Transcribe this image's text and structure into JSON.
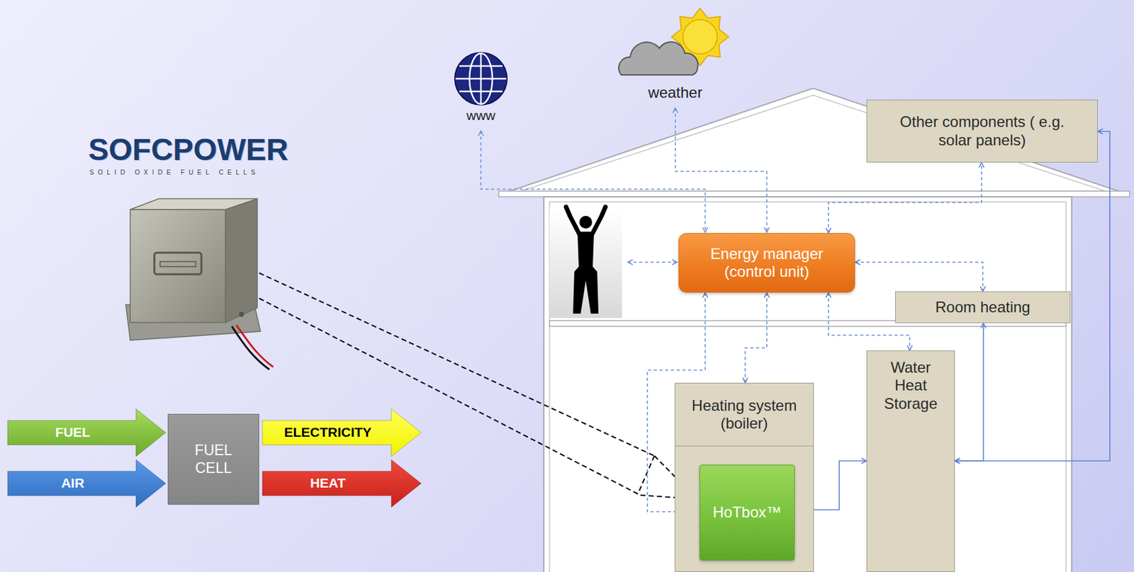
{
  "diagram": {
    "nodes": [
      {
        "text": [
          "FUEL"
        ]
      },
      {
        "text": [
          "AIR"
        ]
      },
      {
        "text": [
          "FUEL CELL"
        ]
      },
      {
        "text": [
          "ELECTRICITY"
        ]
      },
      {
        "text": [
          "HEAT"
        ]
      },
      {
        "text": [
          "Other components ( e.g. solar panels)"
        ]
      },
      {
        "text": [
          "Energy manager (control unit)"
        ]
      },
      {
        "text": [
          "Room heating"
        ]
      },
      {
        "text": [
          "Heating system (boiler)"
        ]
      },
      {
        "text": [
          "HoTbox™"
        ],
        "in": 8
      },
      {
        "text": [
          "Water Heat Storage"
        ]
      }
    ],
    "edges": [
      {
        "from": 6,
        "to": 5,
        "arrow": "both"
      },
      {
        "from": 6,
        "to": 7,
        "arrow": "both"
      },
      {
        "from": 6,
        "to": 8,
        "arrow": "both"
      },
      {
        "from": 6,
        "to": 9,
        "arrow": "both"
      },
      {
        "from": 6,
        "to": 10,
        "arrow": "both"
      },
      {
        "from": 9,
        "to": 10,
        "arrow": "both"
      },
      {
        "from": 10,
        "to": 7,
        "arrow": "both"
      },
      {
        "from": 10,
        "to": 5,
        "arrow": "both"
      }
    ],
    "labels": [
      "SOFCPOWER",
      "SOLID OXIDE FUEL CELLS",
      "www",
      "weather"
    ]
  }
}
